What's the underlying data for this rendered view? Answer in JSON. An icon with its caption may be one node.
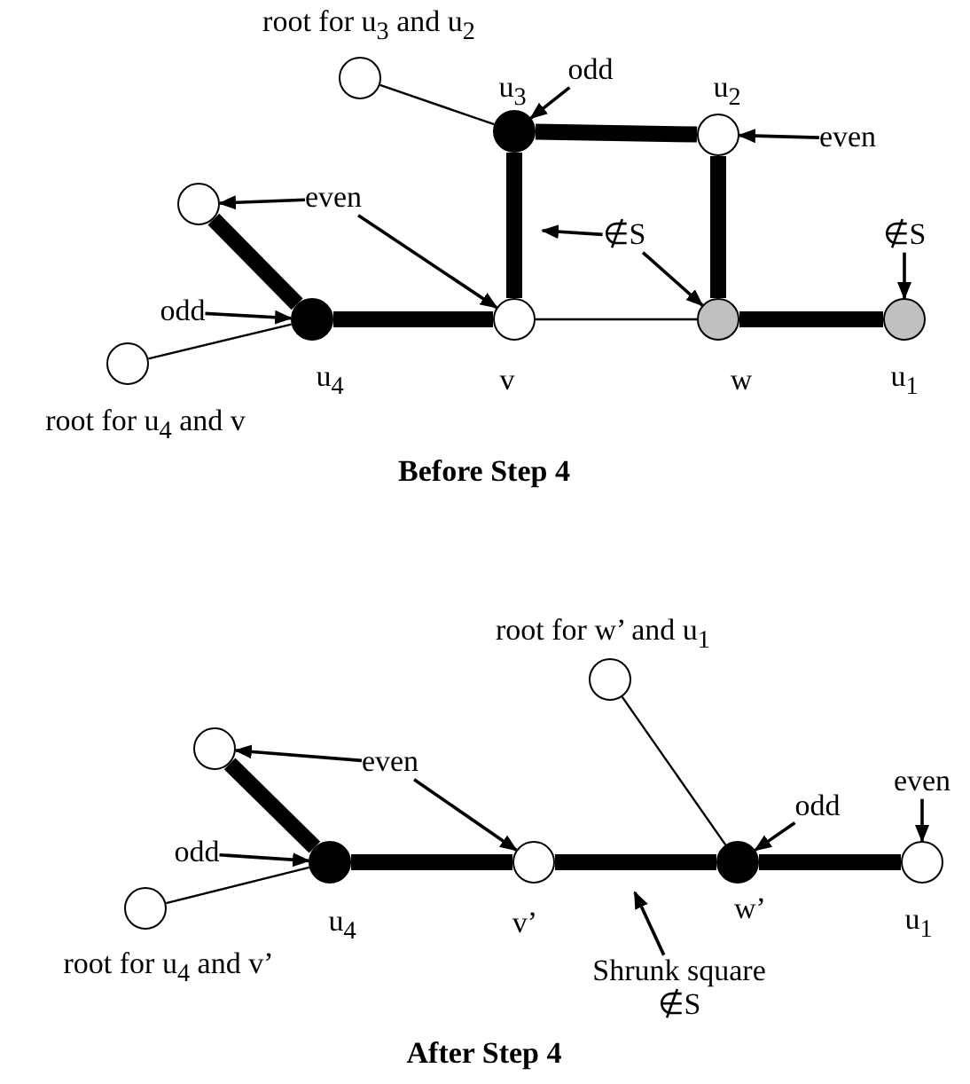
{
  "diagram": {
    "nodes": [
      {
        "text": [],
        "shape": "circle",
        "beside": [
          "root for u$_{3}$ and u$_{2}$"
        ]
      },
      {
        "text": [
          "odd"
        ]
      },
      {
        "text": [],
        "shape": "circle",
        "beside": [
          "u$_{3}$"
        ]
      },
      {
        "text": [],
        "shape": "circle",
        "beside": [
          "u$_{2}$"
        ]
      },
      {
        "text": [
          "even"
        ]
      },
      {
        "text": [],
        "shape": "circle"
      },
      {
        "text": [
          "even"
        ]
      },
      {
        "text": [
          "∉S"
        ]
      },
      {
        "text": [
          "∉S"
        ]
      },
      {
        "text": [
          "odd"
        ]
      },
      {
        "text": [],
        "shape": "circle",
        "beside": [
          "root for u$_{4}$ and v"
        ]
      },
      {
        "text": [],
        "shape": "circle",
        "beside": [
          "u$_{4}$"
        ]
      },
      {
        "text": [],
        "shape": "circle",
        "beside": [
          "v"
        ]
      },
      {
        "text": [],
        "shape": "circle",
        "beside": [
          "w"
        ]
      },
      {
        "text": [],
        "shape": "circle",
        "beside": [
          "u$_{1}$"
        ]
      },
      {
        "text": [],
        "shape": "circle",
        "beside": [
          "root for w’ and u$_{1}$"
        ]
      },
      {
        "text": [],
        "shape": "circle"
      },
      {
        "text": [
          "even"
        ]
      },
      {
        "text": [
          "odd"
        ]
      },
      {
        "text": [
          "even"
        ]
      },
      {
        "text": [
          "odd"
        ]
      },
      {
        "text": [],
        "shape": "circle",
        "beside": [
          "u$_{4}$"
        ]
      },
      {
        "text": [],
        "shape": "circle",
        "beside": [
          "v’"
        ]
      },
      {
        "text": [],
        "shape": "circle",
        "beside": [
          "w’"
        ]
      },
      {
        "text": [],
        "shape": "circle",
        "beside": [
          "u$_{1}$"
        ]
      },
      {
        "text": [],
        "shape": "circle",
        "beside": [
          "root for u$_{4}$ and v’"
        ]
      },
      {
        "text": [
          "Shrunk square ∉S"
        ]
      }
    ],
    "edges": [
      {
        "from": 0,
        "to": 2,
        "arrow": "none"
      },
      {
        "from": 2,
        "to": 3,
        "arrow": "none",
        "style": "thick"
      },
      {
        "from": 2,
        "to": 12,
        "arrow": "none",
        "style": "thick"
      },
      {
        "from": 3,
        "to": 13,
        "arrow": "none",
        "style": "thick"
      },
      {
        "from": 5,
        "to": 11,
        "arrow": "none",
        "style": "thick"
      },
      {
        "from": 10,
        "to": 11,
        "arrow": "none"
      },
      {
        "from": 11,
        "to": 12,
        "arrow": "none",
        "style": "thick"
      },
      {
        "from": 12,
        "to": 13,
        "arrow": "none"
      },
      {
        "from": 13,
        "to": 14,
        "arrow": "none",
        "style": "thick"
      },
      {
        "from": 1,
        "to": 2,
        "arrow": "to"
      },
      {
        "from": 4,
        "to": 3,
        "arrow": "to"
      },
      {
        "from": 6,
        "to": 5,
        "arrow": "to"
      },
      {
        "from": 6,
        "to": 12,
        "arrow": "to"
      },
      {
        "from": 7,
        "to": null,
        "arrow": "to"
      },
      {
        "from": 7,
        "to": 13,
        "arrow": "to"
      },
      {
        "from": 8,
        "to": 14,
        "arrow": "to"
      },
      {
        "from": 9,
        "to": 11,
        "arrow": "to"
      },
      {
        "from": 15,
        "to": 23,
        "arrow": "none"
      },
      {
        "from": 16,
        "to": 21,
        "arrow": "none",
        "style": "thick"
      },
      {
        "from": 25,
        "to": 21,
        "arrow": "none"
      },
      {
        "from": 21,
        "to": 22,
        "arrow": "none",
        "style": "thick"
      },
      {
        "from": 22,
        "to": 23,
        "arrow": "none",
        "style": "thick"
      },
      {
        "from": 23,
        "to": 24,
        "arrow": "none",
        "style": "thick"
      },
      {
        "from": 17,
        "to": 16,
        "arrow": "to"
      },
      {
        "from": 17,
        "to": 22,
        "arrow": "to"
      },
      {
        "from": 18,
        "to": 23,
        "arrow": "to"
      },
      {
        "from": 19,
        "to": 24,
        "arrow": "to"
      },
      {
        "from": 20,
        "to": 21,
        "arrow": "to"
      },
      {
        "from": 26,
        "to": null,
        "arrow": "to"
      }
    ],
    "labels": [
      "Before Step 4",
      "After Step 4"
    ]
  }
}
